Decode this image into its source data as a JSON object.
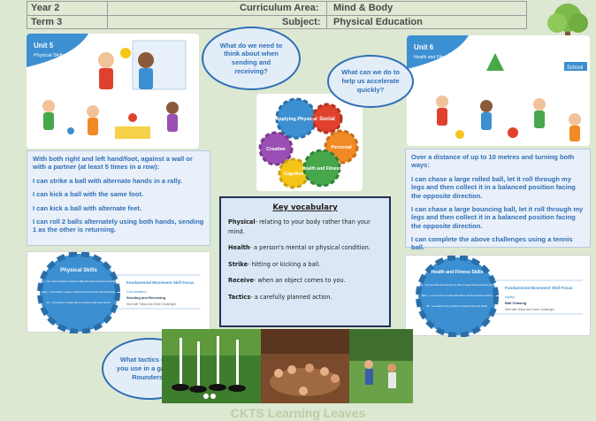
{
  "header": {
    "row1_left": "Year 2",
    "row1_mid_label": "Curriculum Area:",
    "row1_value": "Mind & Body",
    "row2_left": "Term 3",
    "row2_mid_label": "Subject:",
    "row2_value": "Physical Education"
  },
  "bubbles": {
    "top_center": "What do we need to think about when sending and receiving?",
    "top_right": "What can we do to help us accelerate quickly?",
    "bottom_left": "What tactics could you use in a game of Rounders?"
  },
  "unit5": {
    "unit": "Unit 5",
    "title": "Physical Skills"
  },
  "unit6": {
    "unit": "Unit 6",
    "title": "Health and Fitness Skills",
    "sign": "School"
  },
  "left_text": [
    "With both right and left hand/foot, against a wall or with a partner (at least 5 times in a row):",
    "I can strike a ball with alternate hands in a rally.",
    "I can kick a ball with the same foot.",
    "I can kick a ball with alternate feet.",
    "I can roll 2 balls alternately using both hands, sending 1 as the other is returning."
  ],
  "right_text": [
    "Over a distance of up to 10 metres and turning both ways:",
    "I can chase a large rolled ball, let it roll through my legs and then collect it in a balanced position facing the opposite direction.",
    "I can chase a large bouncing ball, let it roll through my legs and then collect it in a balanced position facing the opposite direction.",
    "I can complete the above challenges using a tennis ball."
  ],
  "gears_center": {
    "labels": [
      "Applying Physical",
      "Social",
      "Creative",
      "Personal",
      "Cognitive",
      "Health and Fitness"
    ]
  },
  "vocab": {
    "title": "Key vocabulary",
    "items": [
      {
        "term": "Physical",
        "def": "- relating to your body rather than your mind."
      },
      {
        "term": "Health",
        "def": "- a person's mental or physical condition."
      },
      {
        "term": "Strike",
        "def": "- hitting or kicking a ball."
      },
      {
        "term": "Receive",
        "def": "- when an object comes to you."
      },
      {
        "term": "Tactics",
        "def": "- a carefully planned action."
      }
    ]
  },
  "gear_left": {
    "title": "Physical Skills",
    "lines": [
      "Some - I can catch and apply a range of skills with good control and consistency.",
      "Many - I can perform a range of skills with some control and consistency.",
      "All - I can perform a single skill or movement with some control."
    ],
    "side_title": "Fundamental Movement Skill Focus",
    "side_sub1": "Coordination",
    "side_sub2": "Sending and Receiving",
    "side_sub3": "Start with Yellow and Green Challenges"
  },
  "gear_right": {
    "title": "Health and Fitness Skills",
    "lines": [
      "Some - I can describe how and why my body changes during and after exercise.",
      "Many - I can say how my body feels before, during and after exercise.",
      "All - I am aware of why exercise is important for good health."
    ],
    "side_title": "Fundamental Movement Skill Focus",
    "side_sub1": "Agility",
    "side_sub2": "Ball Chasing",
    "side_sub3": "Start with Yellow and Green Challenges"
  },
  "footer": "CKTS Learning Leaves"
}
